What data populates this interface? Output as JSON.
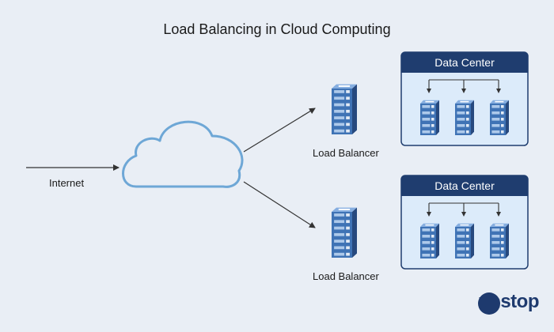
{
  "title": "Load Balancing in Cloud Computing",
  "internet_label": "Internet",
  "balancers": [
    {
      "label": "Load Balancer"
    },
    {
      "label": "Load Balancer"
    }
  ],
  "data_centers": [
    {
      "title": "Data Center",
      "server_count": 3
    },
    {
      "title": "Data Center",
      "server_count": 3
    }
  ],
  "logo": {
    "text": "unstop"
  },
  "colors": {
    "background": "#e9eef5",
    "cloud_stroke": "#6ea7d6",
    "dc_header": "#1f3d6f",
    "dc_body": "#dcebfa",
    "server_front": "#3f73b5",
    "server_side": "#27497e",
    "server_top": "#86aee0",
    "arrow": "#333333"
  }
}
